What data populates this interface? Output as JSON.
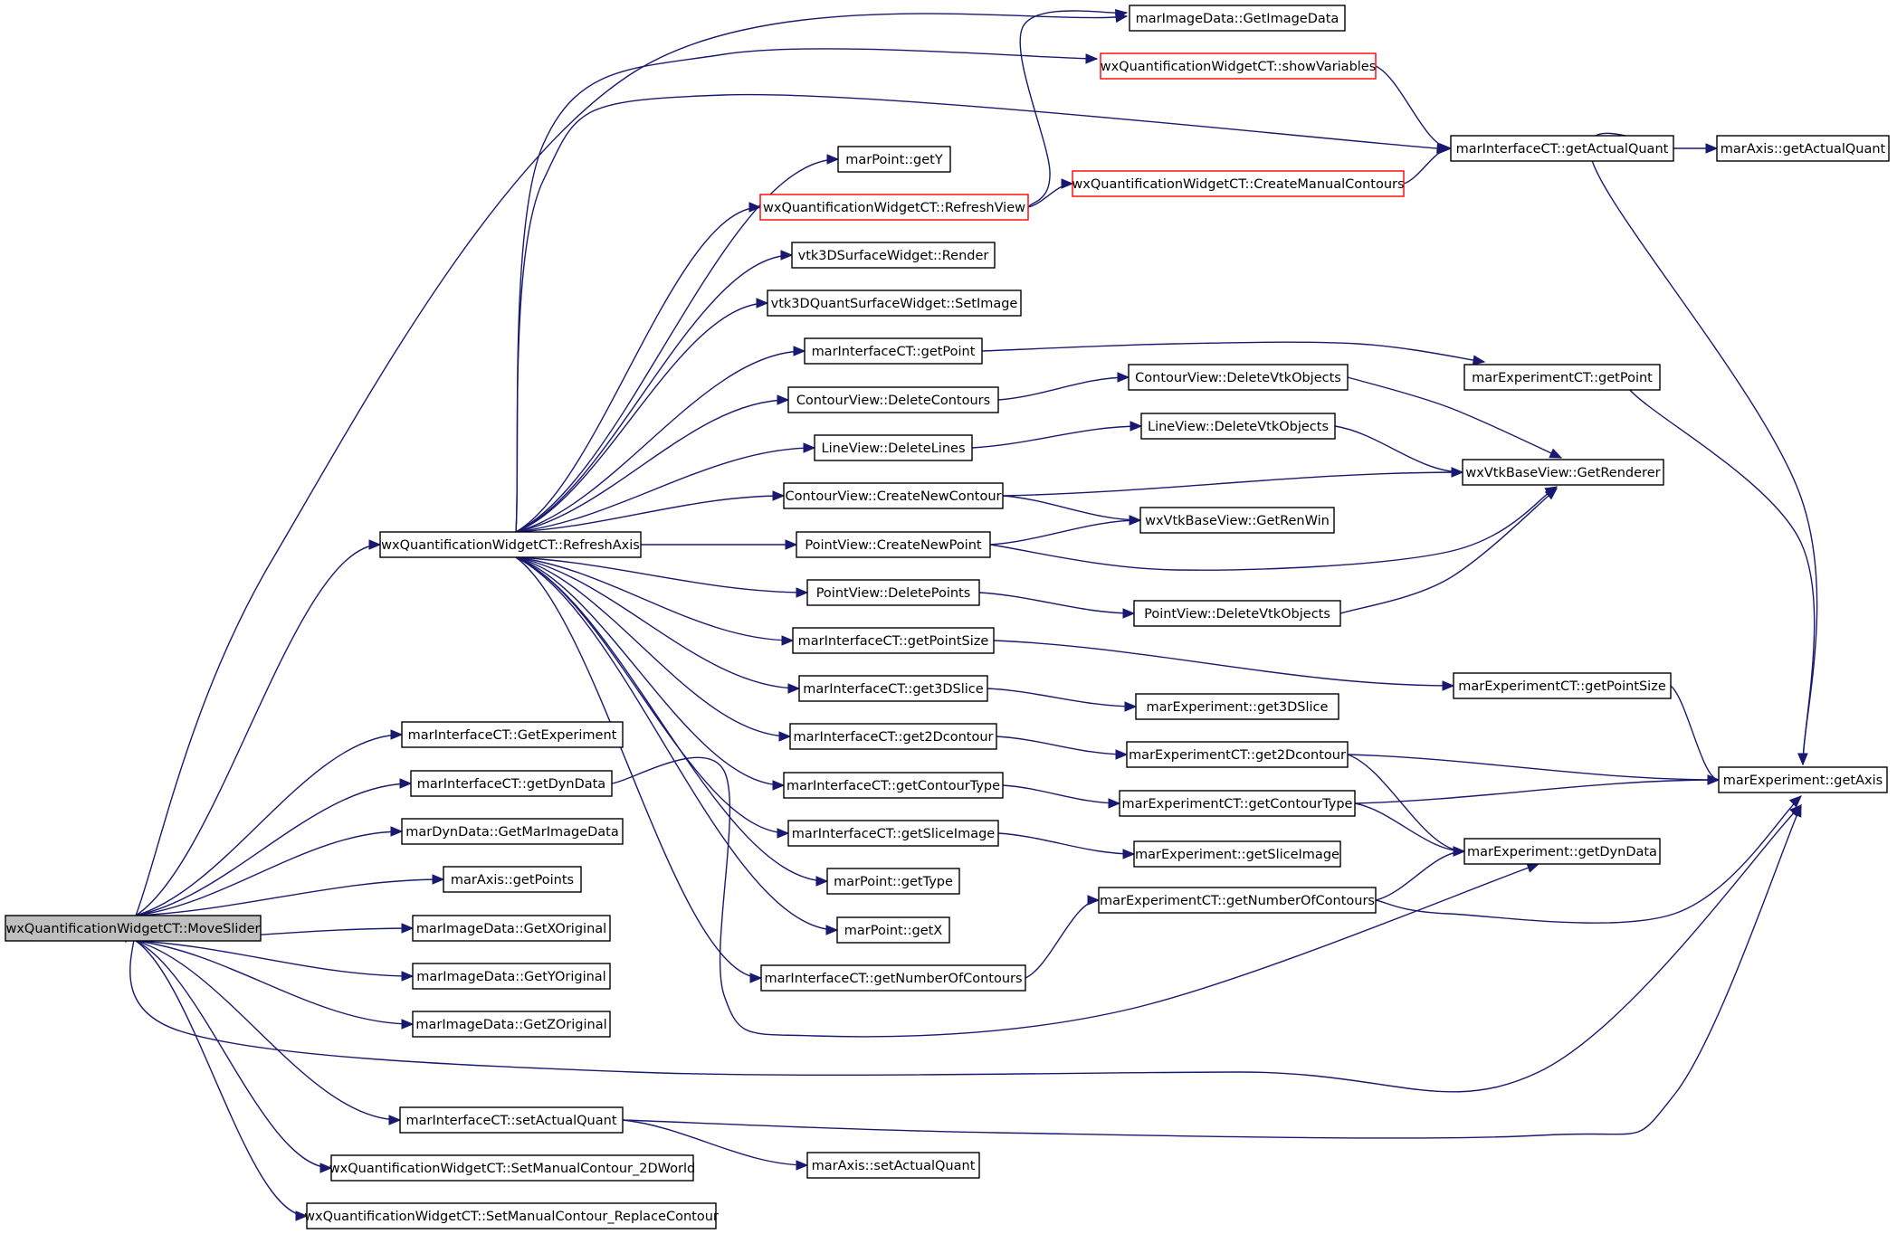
{
  "colors": {
    "edge": "#191970",
    "root_fill": "#bfbfbf",
    "highlight_border": "#ff0000"
  },
  "nodes": [
    {
      "id": "MoveSlider",
      "label": "wxQuantificationWidgetCT::MoveSlider",
      "style": "root"
    },
    {
      "id": "RefreshAxis",
      "label": "wxQuantificationWidgetCT::RefreshAxis"
    },
    {
      "id": "GetExperiment",
      "label": "marInterfaceCT::GetExperiment"
    },
    {
      "id": "getDynDataI",
      "label": "marInterfaceCT::getDynData"
    },
    {
      "id": "GetMarImageData",
      "label": "marDynData::GetMarImageData"
    },
    {
      "id": "getPoints",
      "label": "marAxis::getPoints"
    },
    {
      "id": "GetXOriginal",
      "label": "marImageData::GetXOriginal"
    },
    {
      "id": "GetYOriginal",
      "label": "marImageData::GetYOriginal"
    },
    {
      "id": "GetZOriginal",
      "label": "marImageData::GetZOriginal"
    },
    {
      "id": "setActualQuantI",
      "label": "marInterfaceCT::setActualQuant"
    },
    {
      "id": "SetManual2D",
      "label": "wxQuantificationWidgetCT::SetManualContour_2DWorld"
    },
    {
      "id": "SetManualReplace",
      "label": "wxQuantificationWidgetCT::SetManualContour_ReplaceContour"
    },
    {
      "id": "GetImageData",
      "label": "marImageData::GetImageData"
    },
    {
      "id": "showVariables",
      "label": "wxQuantificationWidgetCT::showVariables",
      "style": "red"
    },
    {
      "id": "getY",
      "label": "marPoint::getY"
    },
    {
      "id": "RefreshView",
      "label": "wxQuantificationWidgetCT::RefreshView",
      "style": "red"
    },
    {
      "id": "Render",
      "label": "vtk3DSurfaceWidget::Render"
    },
    {
      "id": "SetImage",
      "label": "vtk3DQuantSurfaceWidget::SetImage"
    },
    {
      "id": "getPointI",
      "label": "marInterfaceCT::getPoint"
    },
    {
      "id": "DeleteContours",
      "label": "ContourView::DeleteContours"
    },
    {
      "id": "DeleteLines",
      "label": "LineView::DeleteLines"
    },
    {
      "id": "CreateNewContour",
      "label": "ContourView::CreateNewContour"
    },
    {
      "id": "CreateNewPoint",
      "label": "PointView::CreateNewPoint"
    },
    {
      "id": "DeletePoints",
      "label": "PointView::DeletePoints"
    },
    {
      "id": "getPointSizeI",
      "label": "marInterfaceCT::getPointSize"
    },
    {
      "id": "get3DSliceI",
      "label": "marInterfaceCT::get3DSlice"
    },
    {
      "id": "get2DcontourI",
      "label": "marInterfaceCT::get2Dcontour"
    },
    {
      "id": "getContourTypeI",
      "label": "marInterfaceCT::getContourType"
    },
    {
      "id": "getSliceImageI",
      "label": "marInterfaceCT::getSliceImage"
    },
    {
      "id": "getType",
      "label": "marPoint::getType"
    },
    {
      "id": "getX",
      "label": "marPoint::getX"
    },
    {
      "id": "getNumberOfContoursI",
      "label": "marInterfaceCT::getNumberOfContours"
    },
    {
      "id": "setActualQuantA",
      "label": "marAxis::setActualQuant"
    },
    {
      "id": "CreateManualContours",
      "label": "wxQuantificationWidgetCT::CreateManualContours",
      "style": "red"
    },
    {
      "id": "getActualQuantI",
      "label": "marInterfaceCT::getActualQuant"
    },
    {
      "id": "getActualQuantA",
      "label": "marAxis::getActualQuant"
    },
    {
      "id": "getPointE",
      "label": "marExperimentCT::getPoint"
    },
    {
      "id": "CV_DeleteVtk",
      "label": "ContourView::DeleteVtkObjects"
    },
    {
      "id": "LV_DeleteVtk",
      "label": "LineView::DeleteVtkObjects"
    },
    {
      "id": "GetRenderer",
      "label": "wxVtkBaseView::GetRenderer"
    },
    {
      "id": "GetRenWin",
      "label": "wxVtkBaseView::GetRenWin"
    },
    {
      "id": "PV_DeleteVtk",
      "label": "PointView::DeleteVtkObjects"
    },
    {
      "id": "getPointSizeE",
      "label": "marExperimentCT::getPointSize"
    },
    {
      "id": "get3DSliceE",
      "label": "marExperiment::get3DSlice"
    },
    {
      "id": "get2DcontourE",
      "label": "marExperimentCT::get2Dcontour"
    },
    {
      "id": "getAxis",
      "label": "marExperiment::getAxis"
    },
    {
      "id": "getContourTypeE",
      "label": "marExperimentCT::getContourType"
    },
    {
      "id": "getDynDataE",
      "label": "marExperiment::getDynData"
    },
    {
      "id": "getSliceImageE",
      "label": "marExperiment::getSliceImage"
    },
    {
      "id": "getNumberOfContoursE",
      "label": "marExperimentCT::getNumberOfContours"
    }
  ],
  "edges": [
    [
      "MoveSlider",
      "GetImageData"
    ],
    [
      "MoveSlider",
      "RefreshAxis"
    ],
    [
      "MoveSlider",
      "GetExperiment"
    ],
    [
      "MoveSlider",
      "getDynDataI"
    ],
    [
      "MoveSlider",
      "GetMarImageData"
    ],
    [
      "MoveSlider",
      "getPoints"
    ],
    [
      "MoveSlider",
      "GetXOriginal"
    ],
    [
      "MoveSlider",
      "GetYOriginal"
    ],
    [
      "MoveSlider",
      "GetZOriginal"
    ],
    [
      "MoveSlider",
      "getAxis"
    ],
    [
      "MoveSlider",
      "setActualQuantI"
    ],
    [
      "MoveSlider",
      "SetManual2D"
    ],
    [
      "MoveSlider",
      "SetManualReplace"
    ],
    [
      "RefreshAxis",
      "showVariables"
    ],
    [
      "RefreshAxis",
      "getActualQuantI"
    ],
    [
      "RefreshAxis",
      "getY"
    ],
    [
      "RefreshAxis",
      "RefreshView"
    ],
    [
      "RefreshAxis",
      "Render"
    ],
    [
      "RefreshAxis",
      "SetImage"
    ],
    [
      "RefreshAxis",
      "getPointI"
    ],
    [
      "RefreshAxis",
      "DeleteContours"
    ],
    [
      "RefreshAxis",
      "DeleteLines"
    ],
    [
      "RefreshAxis",
      "CreateNewContour"
    ],
    [
      "RefreshAxis",
      "CreateNewPoint"
    ],
    [
      "RefreshAxis",
      "DeletePoints"
    ],
    [
      "RefreshAxis",
      "getPointSizeI"
    ],
    [
      "RefreshAxis",
      "get3DSliceI"
    ],
    [
      "RefreshAxis",
      "get2DcontourI"
    ],
    [
      "RefreshAxis",
      "getContourTypeI"
    ],
    [
      "RefreshAxis",
      "getSliceImageI"
    ],
    [
      "RefreshAxis",
      "getType"
    ],
    [
      "RefreshAxis",
      "getX"
    ],
    [
      "RefreshAxis",
      "getNumberOfContoursI"
    ],
    [
      "getDynDataI",
      "getDynDataE"
    ],
    [
      "setActualQuantI",
      "getAxis"
    ],
    [
      "setActualQuantI",
      "setActualQuantA"
    ],
    [
      "RefreshView",
      "GetImageData"
    ],
    [
      "RefreshView",
      "CreateManualContours"
    ],
    [
      "showVariables",
      "getActualQuantI"
    ],
    [
      "CreateManualContours",
      "getActualQuantI"
    ],
    [
      "getActualQuantI",
      "getActualQuantA"
    ],
    [
      "getActualQuantI",
      "getAxis"
    ],
    [
      "getPointI",
      "getPointE"
    ],
    [
      "getPointE",
      "getAxis"
    ],
    [
      "DeleteContours",
      "CV_DeleteVtk"
    ],
    [
      "CV_DeleteVtk",
      "GetRenderer"
    ],
    [
      "DeleteLines",
      "LV_DeleteVtk"
    ],
    [
      "LV_DeleteVtk",
      "GetRenderer"
    ],
    [
      "CreateNewContour",
      "GetRenderer"
    ],
    [
      "CreateNewContour",
      "GetRenWin"
    ],
    [
      "CreateNewPoint",
      "GetRenWin"
    ],
    [
      "CreateNewPoint",
      "GetRenderer"
    ],
    [
      "DeletePoints",
      "PV_DeleteVtk"
    ],
    [
      "PV_DeleteVtk",
      "GetRenderer"
    ],
    [
      "getPointSizeI",
      "getPointSizeE"
    ],
    [
      "getPointSizeE",
      "getAxis"
    ],
    [
      "get3DSliceI",
      "get3DSliceE"
    ],
    [
      "get2DcontourI",
      "get2DcontourE"
    ],
    [
      "get2DcontourE",
      "getAxis"
    ],
    [
      "get2DcontourE",
      "getDynDataE"
    ],
    [
      "getContourTypeI",
      "getContourTypeE"
    ],
    [
      "getContourTypeE",
      "getAxis"
    ],
    [
      "getContourTypeE",
      "getDynDataE"
    ],
    [
      "getSliceImageI",
      "getSliceImageE"
    ],
    [
      "getNumberOfContoursI",
      "getNumberOfContoursE"
    ],
    [
      "getNumberOfContoursE",
      "getDynDataE"
    ],
    [
      "getNumberOfContoursE",
      "getAxis"
    ]
  ]
}
